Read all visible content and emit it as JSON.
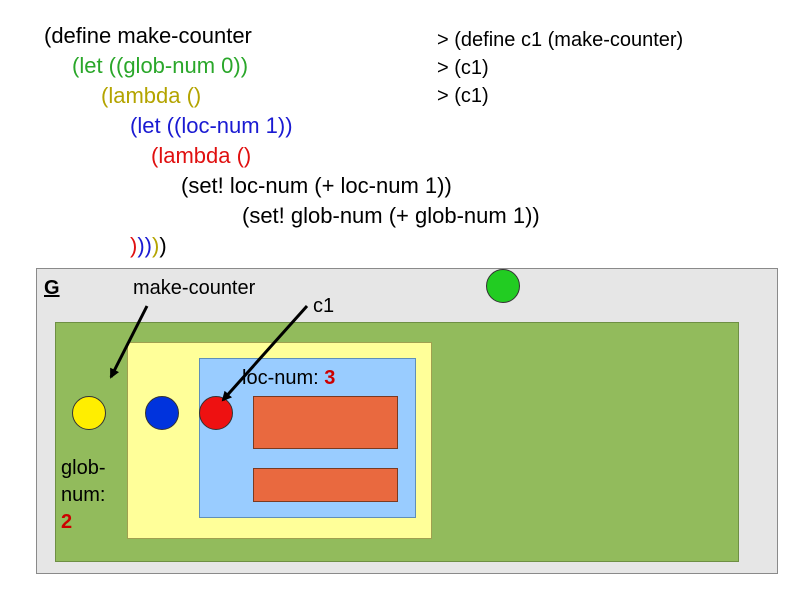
{
  "code": {
    "line1": "(define make-counter",
    "line2": "(let ((glob-num 0))",
    "line3": "(lambda ()",
    "line4": "(let ((loc-num 1))",
    "line5": "(lambda ()",
    "line6": "(set! loc-num (+ loc-num 1))",
    "line7": "(set! glob-num (+ glob-num 1))",
    "close_blue": "))",
    "close_yellow": ")",
    "close_red": ")",
    "close_black": ")"
  },
  "repl": {
    "line1": "> (define c1 (make-counter)",
    "line2": "> (c1)",
    "line3": "> (c1)"
  },
  "diagram": {
    "global_label": "G",
    "make_counter_label": "make-counter",
    "c1_label": "c1",
    "loc_num_label": "loc-num: ",
    "loc_num_value": "3",
    "glob_num_label_1": "glob-",
    "glob_num_label_2": "num:",
    "glob_num_value": "2"
  },
  "colors": {
    "let_outer": "#2aa72a",
    "lambda_outer": "#b4a400",
    "let_inner": "#1a1ad2",
    "lambda_inner": "#e01010",
    "value_red": "#cc0000",
    "dot_green": "#22cc22",
    "dot_yellow": "#ffee00",
    "dot_blue": "#0033dd",
    "dot_red": "#ee1111"
  }
}
